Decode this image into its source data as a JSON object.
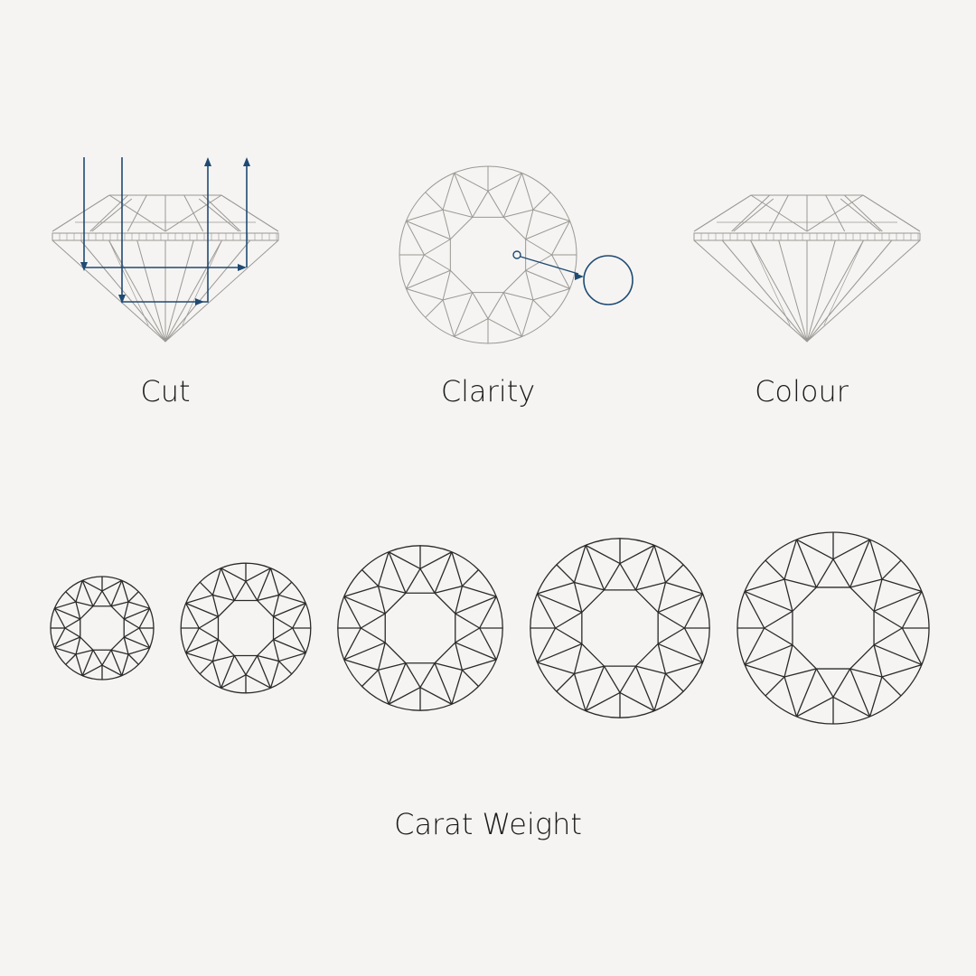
{
  "labels": {
    "cut": "Cut",
    "clarity": "Clarity",
    "colour": "Colour",
    "carat": "Carat Weight"
  },
  "colors": {
    "background": "#f5f4f2",
    "line_light": "#9a9894",
    "line_dark": "#2a2a2a",
    "accent": "#1f4a73",
    "text": "#1b1b1b"
  },
  "icons": [
    "diamond-side-light-path-icon",
    "diamond-top-inclusion-icon",
    "diamond-side-icon",
    "diamond-top-icon"
  ],
  "carat_sizes_relative": [
    1.0,
    1.26,
    1.6,
    1.74,
    1.86
  ]
}
